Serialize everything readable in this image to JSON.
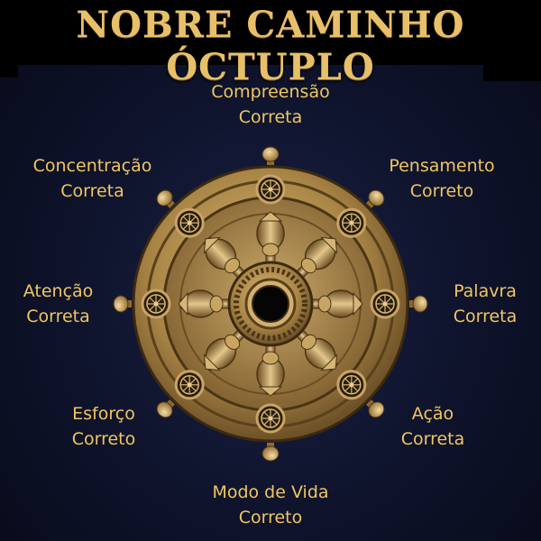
{
  "title": "NOBRE CAMINHO ÓCTUPLO",
  "path_items": [
    {
      "line1": "Compreensão",
      "line2": "Correta"
    },
    {
      "line1": "Pensamento",
      "line2": "Correto"
    },
    {
      "line1": "Palavra",
      "line2": "Correta"
    },
    {
      "line1": "Ação",
      "line2": "Correta"
    },
    {
      "line1": "Modo de Vida",
      "line2": "Correto"
    },
    {
      "line1": "Esforço",
      "line2": "Correto"
    },
    {
      "line1": "Atenção",
      "line2": "Correta"
    },
    {
      "line1": "Concentração",
      "line2": "Correta"
    }
  ],
  "colors": {
    "gold": "#f0c662",
    "title": "#e8c06a",
    "background": "#10152f",
    "wheel": "#b59152"
  }
}
